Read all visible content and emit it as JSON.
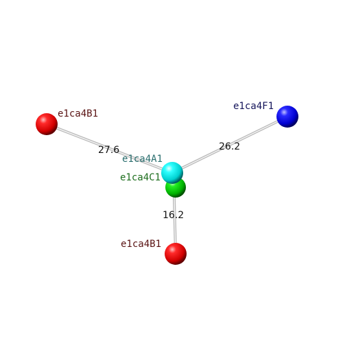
{
  "nodes": [
    {
      "id": "n_b1_left",
      "label": "e1ca4B1",
      "color": "#ff0000",
      "label_color": "#5a1414"
    },
    {
      "id": "n_f1",
      "label": "e1ca4F1",
      "color": "#0000ff",
      "label_color": "#14145a"
    },
    {
      "id": "n_a1",
      "label": "e1ca4A1",
      "color": "#00ffff",
      "label_color": "#2a6e6e"
    },
    {
      "id": "n_c1",
      "label": "e1ca4C1",
      "color": "#00dd00",
      "label_color": "#1e6e1e"
    },
    {
      "id": "n_b1_bottom",
      "label": "e1ca4B1",
      "color": "#ff0000",
      "label_color": "#5a1414"
    }
  ],
  "edges": [
    {
      "from": "n_b1_left",
      "to": "n_a1",
      "distance": "27.6"
    },
    {
      "from": "n_f1",
      "to": "n_a1",
      "distance": "26.2"
    },
    {
      "from": "n_a1",
      "to": "n_b1_bottom",
      "distance": "16.2"
    }
  ]
}
